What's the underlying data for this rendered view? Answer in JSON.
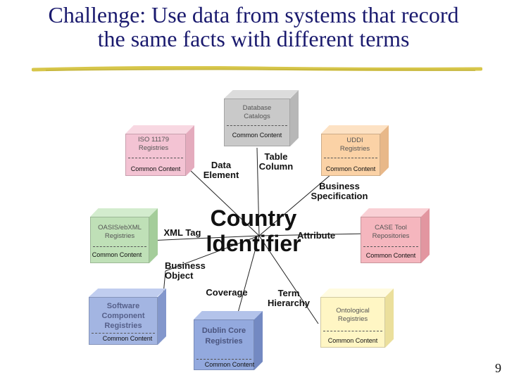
{
  "title_line1": "Challenge: Use data from systems that record",
  "title_line2": "the same facts with different terms",
  "page_number": "9",
  "center": {
    "line1": "Country",
    "line2": "Identifier",
    "attribute": "Attribute"
  },
  "term_labels": {
    "data_element": "Data Element",
    "table_column": "Table Column",
    "business_specification": "Business Specification",
    "xml_tag": "XML Tag",
    "business_object": "Business Object",
    "coverage": "Coverage",
    "term_hierarchy": "Term Hierarchy"
  },
  "registries": {
    "database": {
      "name": "Database Catalogs",
      "content": "Common Content",
      "color": "#c9c9c9"
    },
    "iso": {
      "name": "ISO 11179 Registries",
      "content": "Common Content",
      "color": "#f3c3d3"
    },
    "uddi": {
      "name": "UDDI Registries",
      "content": "Common Content",
      "color": "#fbd2a6"
    },
    "oasis": {
      "name": "OASIS/ebXML Registries",
      "content": "Common Content",
      "color": "#bfe0b7"
    },
    "case": {
      "name": "CASE Tool Repositories",
      "content": "Common Content",
      "color": "#f5b6be"
    },
    "software": {
      "name": "Software Component Registries",
      "content": "Common Content",
      "color": "#a3b5e2"
    },
    "dublin": {
      "name": "Dublin Core Registries",
      "content": "Common Content",
      "color": "#93a9de"
    },
    "ontological": {
      "name": "Ontological Registries",
      "content": "Common Content",
      "color": "#fff6c4"
    }
  }
}
